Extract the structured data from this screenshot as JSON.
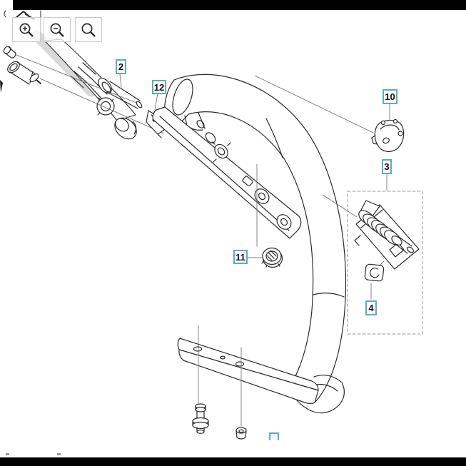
{
  "toolbar": {
    "buttons": [
      {
        "name": "zoom-in",
        "icon": "magnifier-plus-icon",
        "label": ""
      },
      {
        "name": "zoom-out",
        "icon": "magnifier-minus-icon",
        "label": ""
      },
      {
        "name": "search",
        "icon": "magnifier-icon",
        "label": ""
      }
    ]
  },
  "diagram": {
    "kind": "exploded-parts-line-drawing",
    "subject": "handle assembly with spring kit detail box",
    "labels": [
      {
        "id": "2"
      },
      {
        "id": "12"
      },
      {
        "id": "10"
      },
      {
        "id": "3"
      },
      {
        "id": "11"
      },
      {
        "id": "4"
      },
      {
        "id": ""
      }
    ],
    "colors": {
      "label_border": "#5fadb3",
      "line": "#2a2a2a",
      "leader": "#777777",
      "dashed_box": "#999999",
      "bar": "#000000"
    }
  }
}
